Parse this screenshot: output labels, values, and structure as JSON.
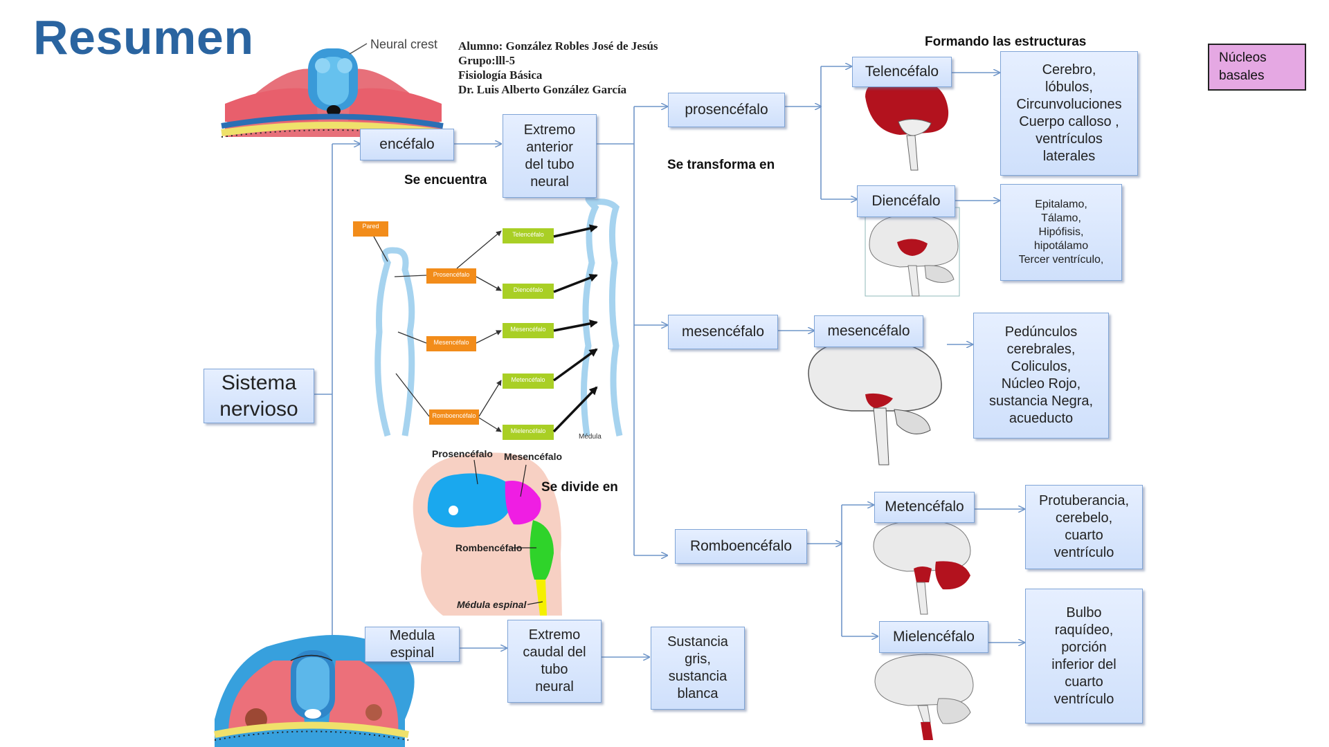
{
  "slide": {
    "title": "Resumen",
    "student_info": "Alumno: González Robles José de Jesús\nGrupo:lll-5\nFisiología Básica\nDr. Luis Alberto González García",
    "nucleos_basales": "Núcleos\nbasales"
  },
  "diagram": {
    "root": "Sistema\nnervioso",
    "encefalo": "encéfalo",
    "extremo_anterior": "Extremo\nanterior\ndel tubo\nneural",
    "medula_espinal": "Medula\nespinal",
    "extremo_caudal": "Extremo\ncaudal del\ntubo\nneural",
    "sustancia": "Sustancia\ngris,\nsustancia\nblanca",
    "prosencefalo": "prosencéfalo",
    "mesencefalo": "mesencéfalo",
    "romboencefalo": "Romboencéfalo",
    "telencefalo": "Telencéfalo",
    "diencefalo": "Diencéfalo",
    "mesencefalo2": "mesencéfalo",
    "metencefalo": "Metencéfalo",
    "mielencefalo": "Mielencéfalo",
    "telencefalo_desc": "Cerebro,\nlóbulos,\nCircunvoluciones\nCuerpo calloso ,\nventrículos\nlaterales",
    "diencefalo_desc": "Epitalamo,\nTálamo,\nHipófisis,\nhipotálamo\nTercer ventrículo,",
    "mesencefalo_desc": "Pedúnculos\ncerebrales,\nColiculos,\nNúcleo Rojo,\nsustancia Negra,\nacueducto",
    "metencefalo_desc": "Protuberancia,\ncerebelo,\ncuarto\nventrículo",
    "mielencefalo_desc": "Bulbo\nraquídeo,\nporción\ninferior del\ncuarto\nventrículo"
  },
  "labels": {
    "se_encuentra": "Se encuentra",
    "se_transforma": "Se transforma en",
    "formando": "Formando las estructuras",
    "se_divide": "Se divide en",
    "neural_crest": "Neural crest"
  },
  "vesicle_diagram": {
    "pared": "Pared",
    "prosencefalo": "Prosencéfalo",
    "mesencefalo": "Mesencéfalo",
    "romboencefalo": "Romboencéfalo",
    "telencefalo": "Telencéfalo",
    "diencefalo": "Diencéfalo",
    "mesencefalo2": "Mesencéfalo",
    "metencefalo": "Metencéfalo",
    "mielencefalo": "Mielencéfalo",
    "medula": "Médula"
  },
  "embryo_diagram": {
    "prosencefalo": "Prosencéfalo",
    "mesencefalo": "Mesencéfalo",
    "romboencefalo": "Rombencéfalo",
    "medula": "Médula espinal"
  },
  "colors": {
    "title": "#2a64a0",
    "box_border": "#7fa4d6",
    "line": "#6f95c8",
    "brain_red": "#b3121e",
    "nucleos_bg": "#e5a8e3"
  }
}
